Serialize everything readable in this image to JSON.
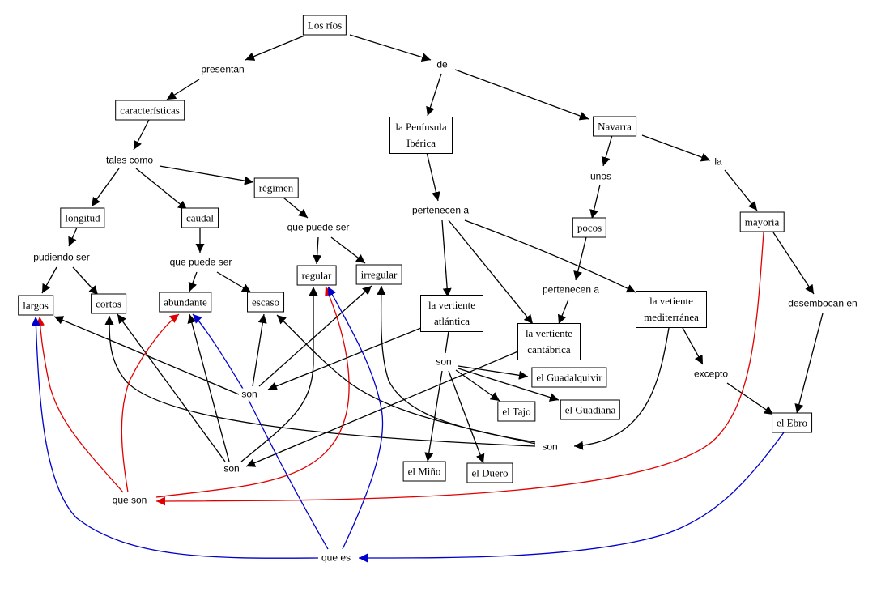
{
  "diagram": {
    "title": "Los ríos",
    "colors": {
      "black": "#000000",
      "red": "#e00000",
      "blue": "#0000cc"
    },
    "concepts": [
      {
        "id": "losrios",
        "label": "Los ríos"
      },
      {
        "id": "caracteristicas",
        "label": "características"
      },
      {
        "id": "peninsula",
        "label": "la Península Ibérica"
      },
      {
        "id": "navarra",
        "label": "Navarra"
      },
      {
        "id": "longitud",
        "label": "longitud"
      },
      {
        "id": "caudal",
        "label": "caudal"
      },
      {
        "id": "regimen",
        "label": "régimen"
      },
      {
        "id": "pocos",
        "label": "pocos"
      },
      {
        "id": "mayoria",
        "label": "mayoría"
      },
      {
        "id": "largos",
        "label": "largos"
      },
      {
        "id": "cortos",
        "label": "cortos"
      },
      {
        "id": "abundante",
        "label": "abundante"
      },
      {
        "id": "escaso",
        "label": "escaso"
      },
      {
        "id": "regular",
        "label": "regular"
      },
      {
        "id": "irregular",
        "label": "irregular"
      },
      {
        "id": "atlantica",
        "label": "la vertiente atlántica"
      },
      {
        "id": "cantabrica",
        "label": "la vertiente cantábrica"
      },
      {
        "id": "mediterranea",
        "label": "la vetiente mediterránea"
      },
      {
        "id": "guadalquivir",
        "label": "el Guadalquivir"
      },
      {
        "id": "tajo",
        "label": "el Tajo"
      },
      {
        "id": "guadiana",
        "label": "el Guadiana"
      },
      {
        "id": "mino",
        "label": "el Miño"
      },
      {
        "id": "duero",
        "label": "el Duero"
      },
      {
        "id": "ebro",
        "label": "el Ebro"
      }
    ],
    "links": [
      {
        "id": "presentan",
        "label": "presentan"
      },
      {
        "id": "de",
        "label": "de"
      },
      {
        "id": "talescomo",
        "label": "tales como"
      },
      {
        "id": "unos",
        "label": "unos"
      },
      {
        "id": "la",
        "label": "la"
      },
      {
        "id": "pertenecen1",
        "label": "pertenecen a"
      },
      {
        "id": "pudiendo",
        "label": "pudiendo ser"
      },
      {
        "id": "quepuede1",
        "label": "que puede ser"
      },
      {
        "id": "quepuede2",
        "label": "que puede ser"
      },
      {
        "id": "pertenecen2",
        "label": "pertenecen a"
      },
      {
        "id": "desembocan",
        "label": "desembocan en"
      },
      {
        "id": "excepto",
        "label": "excepto"
      },
      {
        "id": "son_atl",
        "label": "son"
      },
      {
        "id": "son_cant",
        "label": "son"
      },
      {
        "id": "son_med",
        "label": "son"
      },
      {
        "id": "son_mid",
        "label": "son"
      },
      {
        "id": "queson",
        "label": "que son"
      },
      {
        "id": "quees",
        "label": "que es"
      }
    ]
  }
}
